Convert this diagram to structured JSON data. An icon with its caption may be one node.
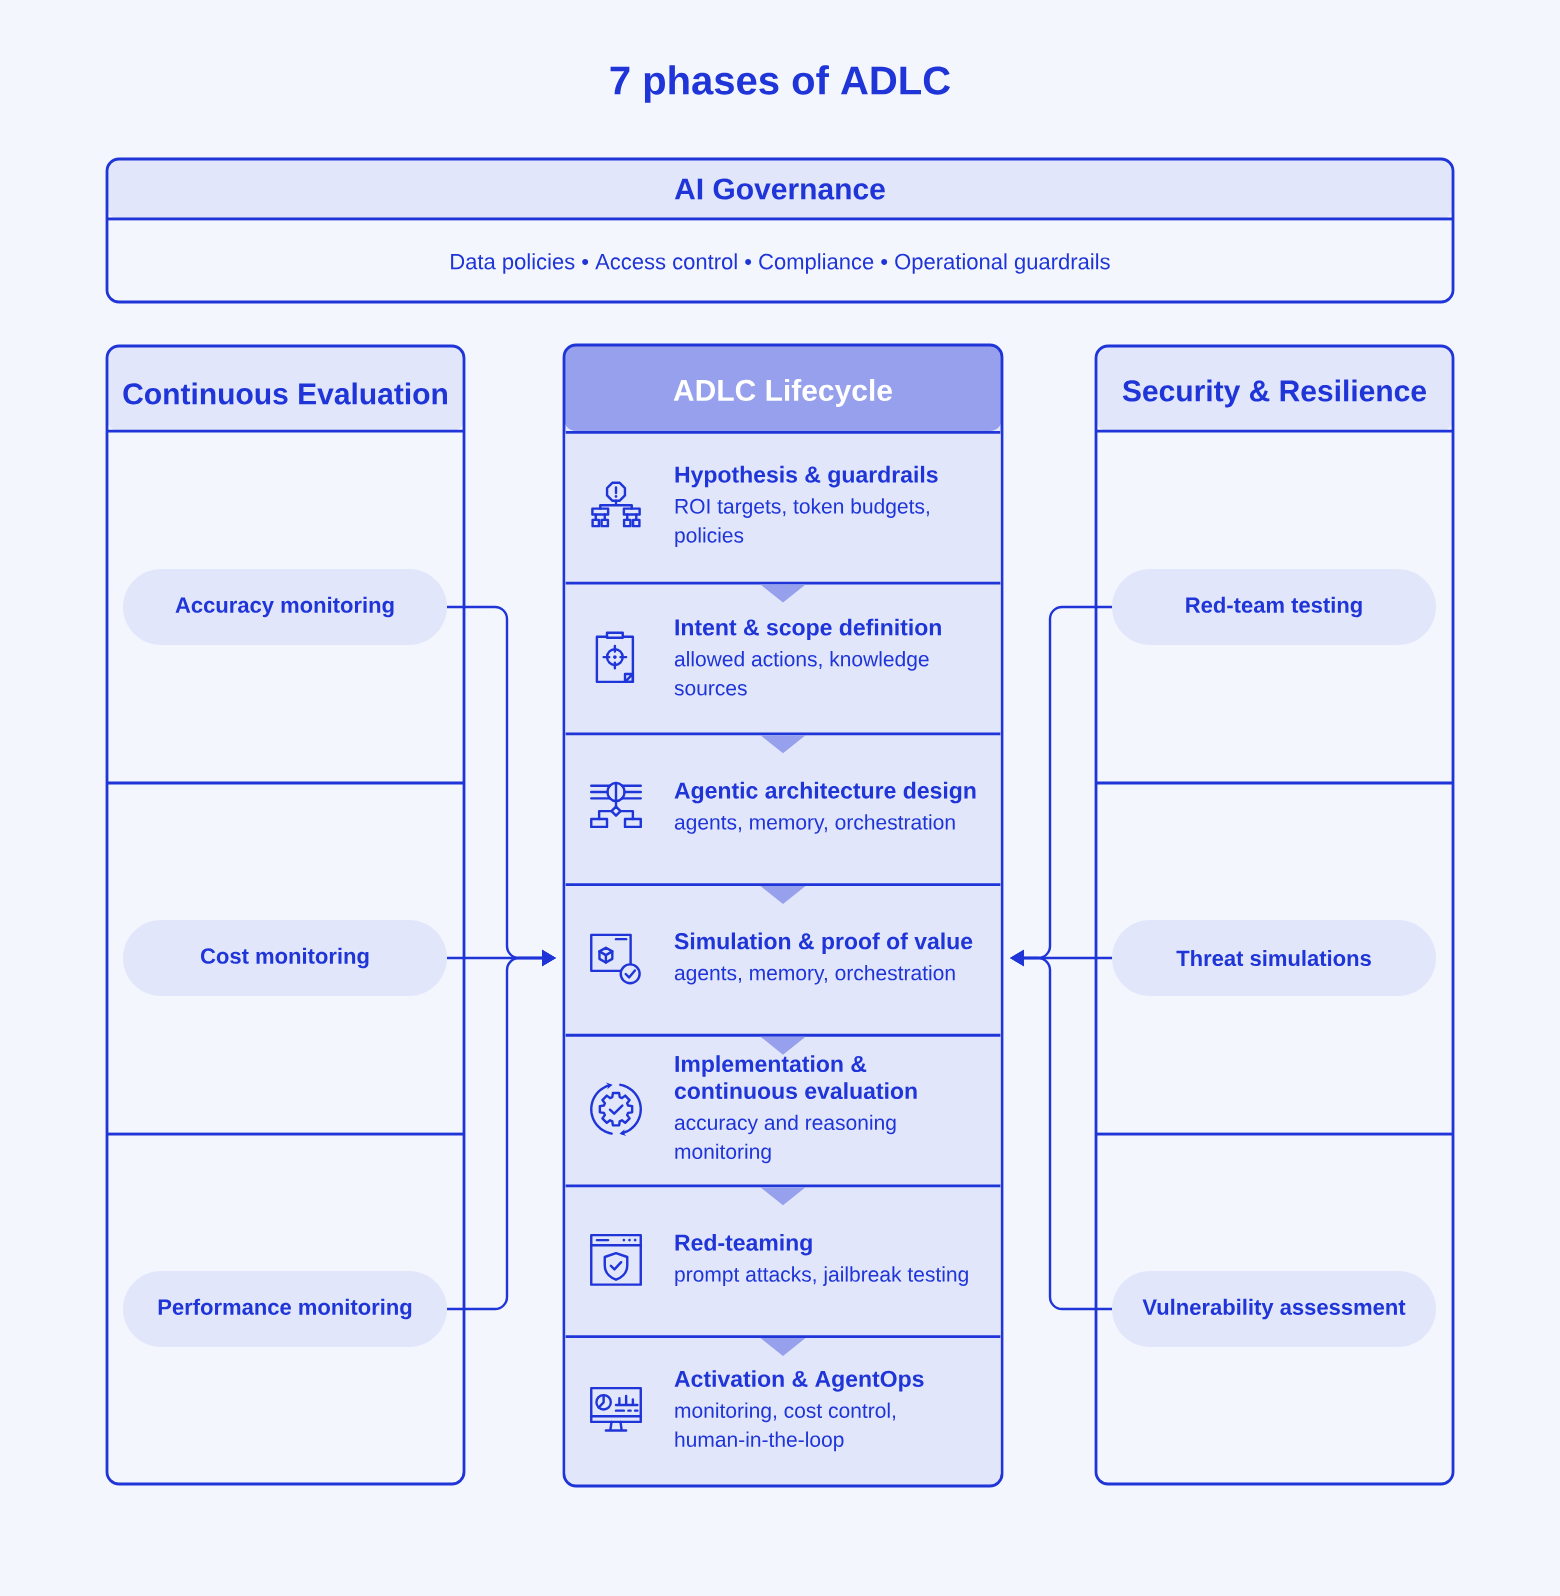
{
  "diagram": {
    "title": "7 phases of ADLC",
    "nodes": [
      {
        "text": [
          "AI Governance",
          "Data policies • Access control • Compliance • Operational guardrails"
        ]
      },
      {
        "text": [
          "Continuous Evaluation"
        ]
      },
      {
        "text": [
          "Accuracy monitoring"
        ],
        "in": 1
      },
      {
        "text": [
          "Cost monitoring"
        ],
        "in": 1
      },
      {
        "text": [
          "Performance monitoring"
        ],
        "in": 1
      },
      {
        "text": [
          "ADLC Lifecycle"
        ]
      },
      {
        "text": [
          "Hypothesis & guardrails",
          "ROI targets, token budgets, policies"
        ],
        "in": 5
      },
      {
        "text": [
          "Intent & scope definition",
          "allowed actions, knowledge sources"
        ],
        "in": 5
      },
      {
        "text": [
          "Agentic architecture design",
          "agents, memory, orchestration"
        ],
        "in": 5
      },
      {
        "text": [
          "Simulation & proof of value",
          "agents, memory, orchestration"
        ],
        "in": 5
      },
      {
        "text": [
          "Implementation & continuous evaluation",
          "accuracy and reasoning monitoring"
        ],
        "in": 5
      },
      {
        "text": [
          "Red-teaming",
          "prompt attacks, jailbreak testing"
        ],
        "in": 5
      },
      {
        "text": [
          "Activation & AgentOps",
          "monitoring, cost control, human-in-the-loop"
        ],
        "in": 5
      },
      {
        "text": [
          "Security & Resilience"
        ]
      },
      {
        "text": [
          "Red-team testing"
        ],
        "in": 13
      },
      {
        "text": [
          "Threat simulations"
        ],
        "in": 13
      },
      {
        "text": [
          "Vulnerability assessment"
        ],
        "in": 13
      }
    ],
    "edges": [
      {
        "from": 2,
        "to": 5,
        "arrow": "to"
      },
      {
        "from": 3,
        "to": 5,
        "arrow": "to"
      },
      {
        "from": 4,
        "to": 5,
        "arrow": "to"
      },
      {
        "from": 14,
        "to": 5,
        "arrow": "to"
      },
      {
        "from": 15,
        "to": 5,
        "arrow": "to"
      },
      {
        "from": 16,
        "to": 5,
        "arrow": "to"
      },
      {
        "from": 6,
        "to": 7,
        "arrow": "to"
      },
      {
        "from": 7,
        "to": 8,
        "arrow": "to"
      },
      {
        "from": 8,
        "to": 9,
        "arrow": "to"
      },
      {
        "from": 9,
        "to": 10,
        "arrow": "to"
      },
      {
        "from": 10,
        "to": 11,
        "arrow": "to"
      },
      {
        "from": 11,
        "to": 12,
        "arrow": "to"
      }
    ]
  }
}
